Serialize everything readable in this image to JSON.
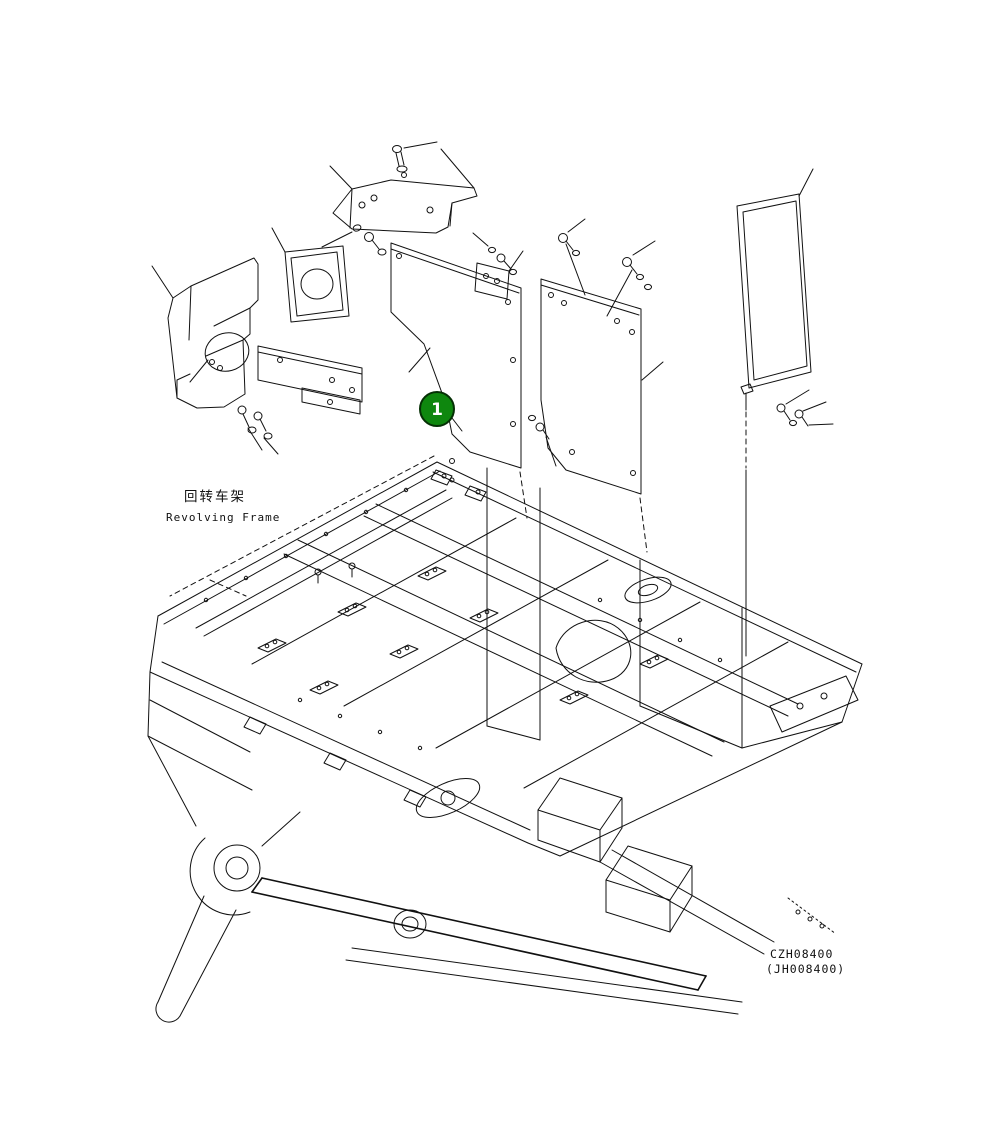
{
  "page": {
    "background": "#ffffff",
    "line_color": "#111111"
  },
  "balloon": {
    "number": "1",
    "color": "#0e870e"
  },
  "labels": {
    "frame_zh": "回转车架",
    "frame_en": "Revolving Frame"
  },
  "code": {
    "line1": "CZH08400",
    "line2": "(JH008400)"
  }
}
